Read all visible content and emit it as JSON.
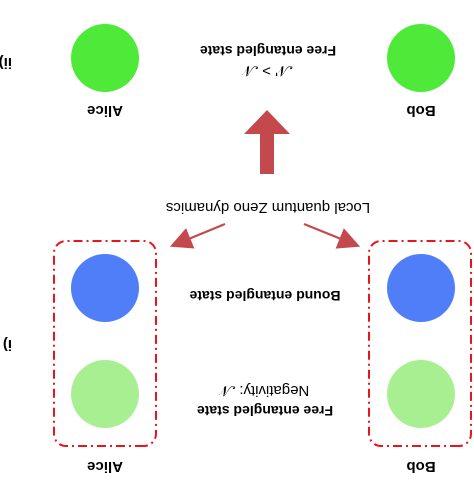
{
  "panel_i": {
    "label": "i)",
    "alice": "Alice",
    "bob": "Bob",
    "top_state": "Free entangled state",
    "negativity": "Negativity: 𝒩",
    "bottom_state": "Bound entangled state"
  },
  "process": {
    "label": "Local quantum Zeno dynamics"
  },
  "panel_ii": {
    "label": "ii)",
    "alice": "Alice",
    "bob": "Bob",
    "inequality": "𝒩' > 𝒩",
    "state": "Free entangled state"
  },
  "colors": {
    "light_green": "#a8ef92",
    "blue": "#4f7ef8",
    "bright_green": "#4fe93a",
    "dashed_box": "#e8151c",
    "arrow": "#c4494c"
  }
}
